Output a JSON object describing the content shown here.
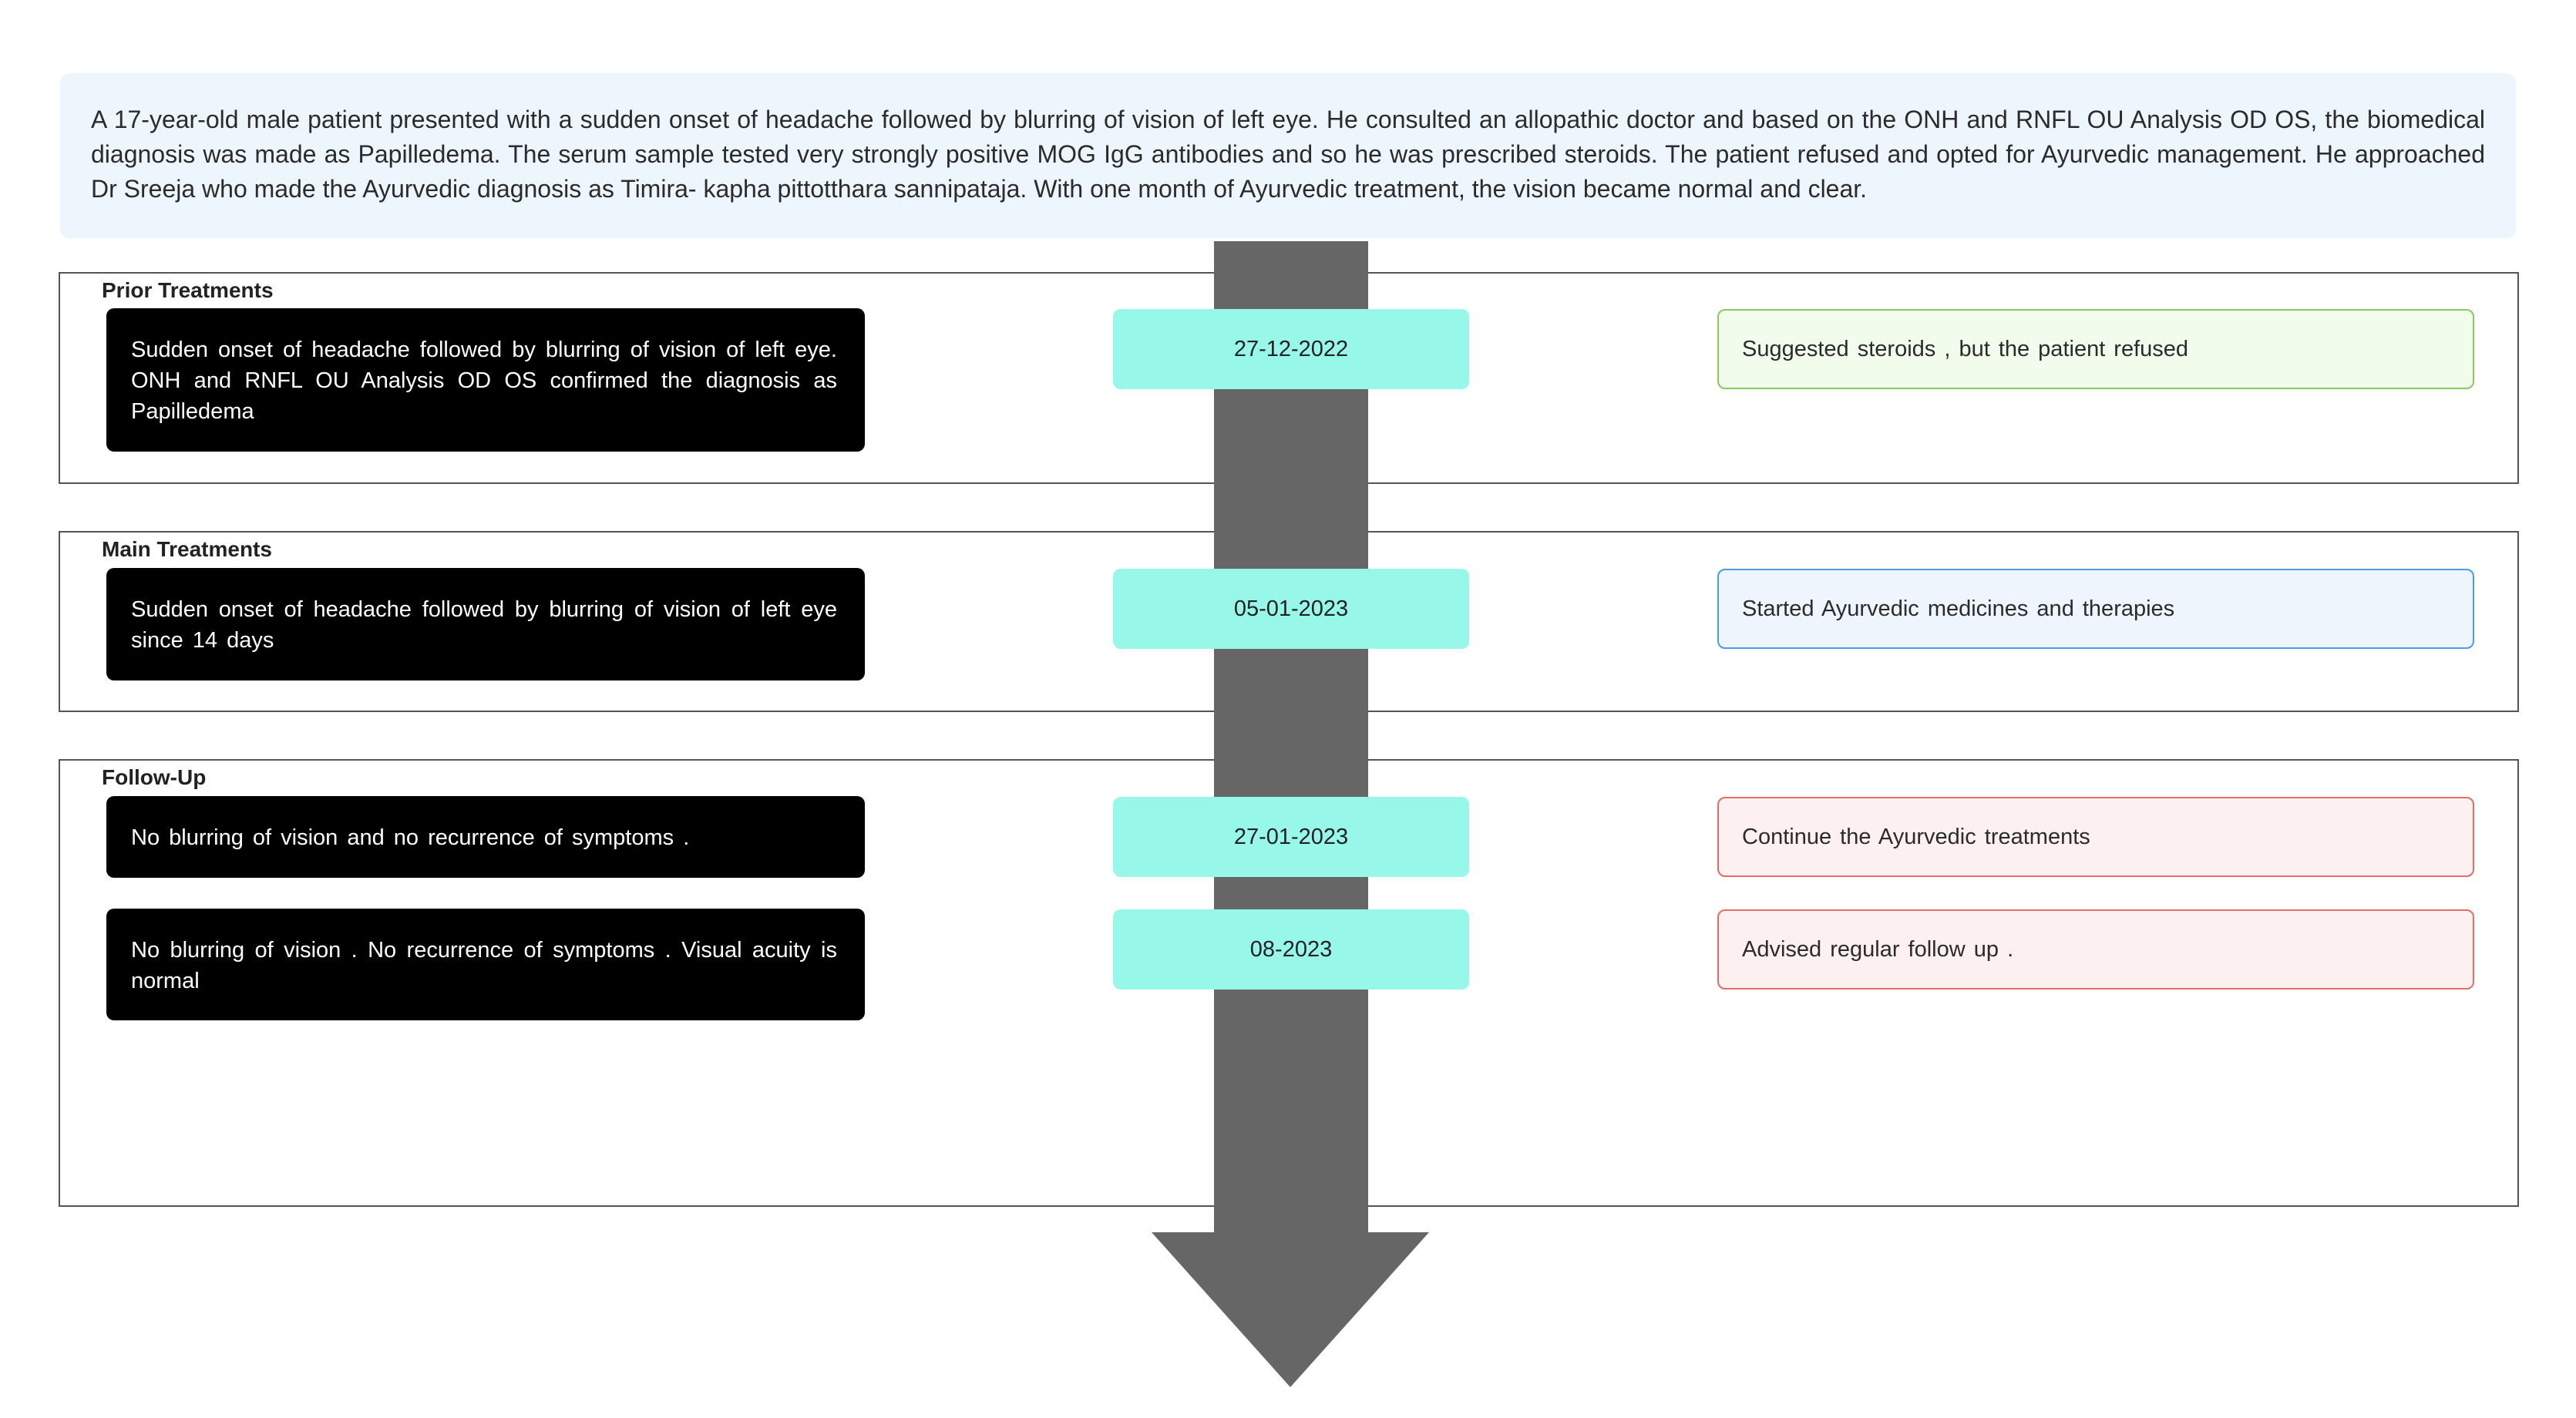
{
  "summary": "A 17-year-old male patient presented with a sudden onset of headache followed by blurring of vision of left eye. He consulted an allopathic doctor and based on the ONH and RNFL OU Analysis OD OS, the biomedical diagnosis was made as Papilledema. The serum sample tested very strongly positive MOG IgG antibodies and so he was prescribed steroids. The patient refused and opted for Ayurvedic management. He approached Dr Sreeja who made the Ayurvedic diagnosis as Timira- kapha pittotthara sannipataja. With one month of Ayurvedic treatment, the vision became normal and clear.",
  "colors": {
    "arrow": "#666666",
    "date_box": "#97f7e9",
    "description_box": "#000000",
    "outcome_green": "#88cc5c",
    "outcome_blue": "#4d9be3",
    "outcome_red": "#e86b6b"
  },
  "sections": [
    {
      "title": "Prior Treatments",
      "events": [
        {
          "description": "Sudden onset of headache followed by blurring of vision of left eye. ONH and RNFL OU Analysis OD OS confirmed the diagnosis as Papilledema",
          "date": "27-12-2022",
          "outcome": "Suggested steroids , but the patient refused"
        }
      ]
    },
    {
      "title": "Main Treatments",
      "events": [
        {
          "description": "Sudden onset of headache followed by blurring of vision of left eye since 14 days",
          "date": "05-01-2023",
          "outcome": "Started Ayurvedic medicines and therapies"
        }
      ]
    },
    {
      "title": "Follow-Up",
      "events": [
        {
          "description": "No blurring of vision and no recurrence of symptoms .",
          "date": "27-01-2023",
          "outcome": "Continue the Ayurvedic treatments"
        },
        {
          "description": "No blurring of vision . No recurrence of symptoms . Visual acuity is normal",
          "date": "08-2023",
          "outcome": "Advised regular follow up ."
        }
      ]
    }
  ]
}
